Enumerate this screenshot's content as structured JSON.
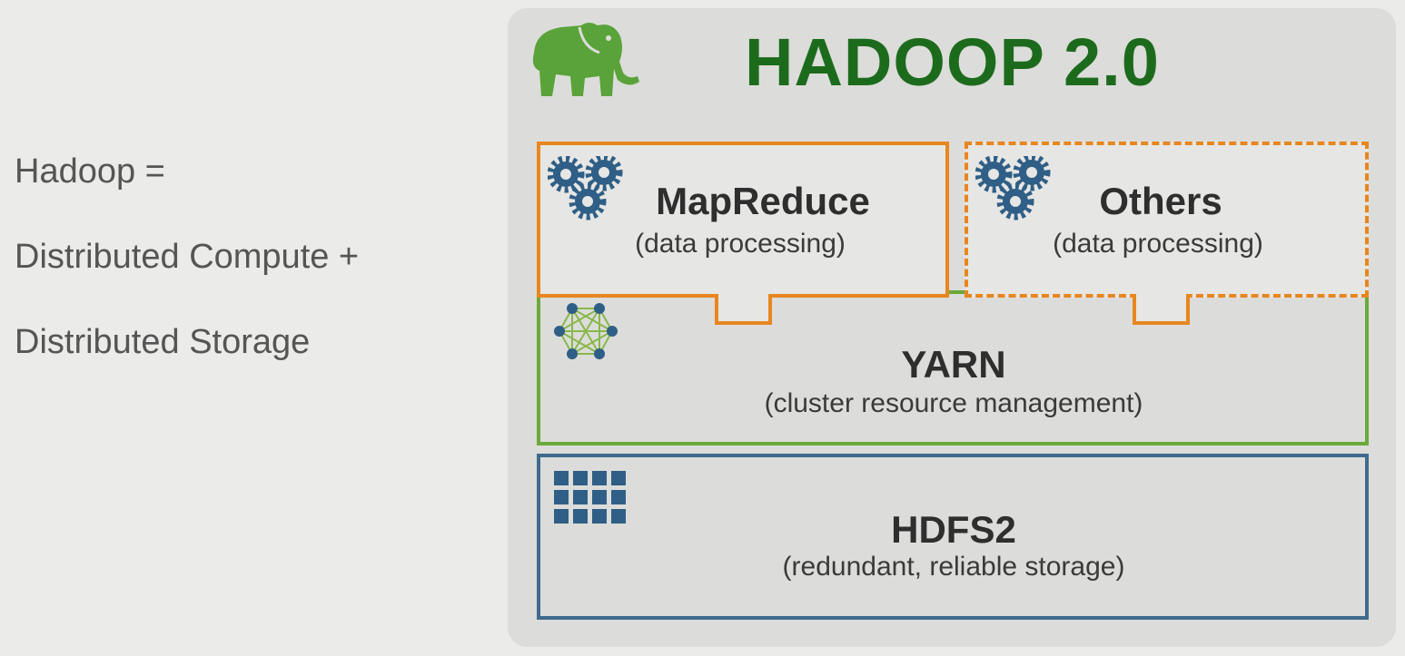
{
  "left": {
    "line1": "Hadoop =",
    "line2": "Distributed Compute +",
    "line3": "Distributed Storage"
  },
  "diagram": {
    "title": "HADOOP 2.0",
    "logo_icon": "elephant-icon",
    "mapreduce": {
      "heading": "MapReduce",
      "sub": "(data processing)",
      "icon": "gears-icon"
    },
    "others": {
      "heading": "Others",
      "sub": "(data processing)",
      "icon": "gears-icon"
    },
    "yarn": {
      "heading": "YARN",
      "sub": "(cluster resource management)",
      "icon": "network-icon"
    },
    "hdfs": {
      "heading": "HDFS2",
      "sub": "(redundant, reliable storage)",
      "icon": "grid-icon"
    }
  },
  "colors": {
    "title_green": "#1c6b1c",
    "elephant_green": "#5aa33a",
    "orange": "#e8861f",
    "yarn_green": "#6aa93a",
    "hdfs_blue": "#3e6a8d",
    "icon_blue": "#2f5f86"
  }
}
